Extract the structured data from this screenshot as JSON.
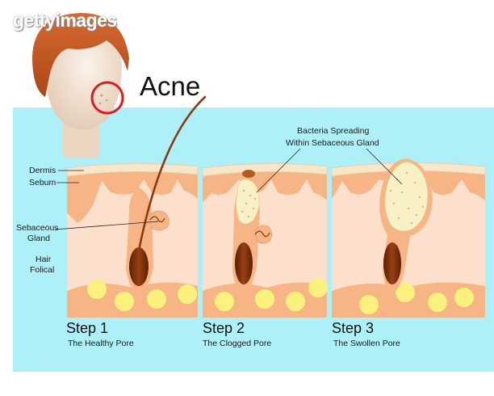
{
  "watermark": "gettyimages",
  "title": "Acne",
  "labels": {
    "dermis": "Dermis",
    "sebum": "Sebum",
    "sebaceous_line1": "Sebaceous",
    "sebaceous_line2": "Gland",
    "hair_line1": "Hair",
    "hair_line2": "Folical",
    "bacteria_line1": "Bacteria Spreading",
    "bacteria_line2": "Within Sebaceous Gland"
  },
  "steps": [
    {
      "title": "Step 1",
      "subtitle": "The Healthy Pore"
    },
    {
      "title": "Step 2",
      "subtitle": "The Clogged Pore"
    },
    {
      "title": "Step 3",
      "subtitle": "The Swollen Pore"
    }
  ],
  "colors": {
    "background": "#aef0f8",
    "skin_surface": "#f7e6c8",
    "sebum": "#f7b585",
    "tissue": "#fde0cb",
    "fat_cell": "#fbf27e",
    "hair": "#8b3a10",
    "bacteria": "#f8f1c6",
    "highlight_circle": "#e11b1b"
  }
}
